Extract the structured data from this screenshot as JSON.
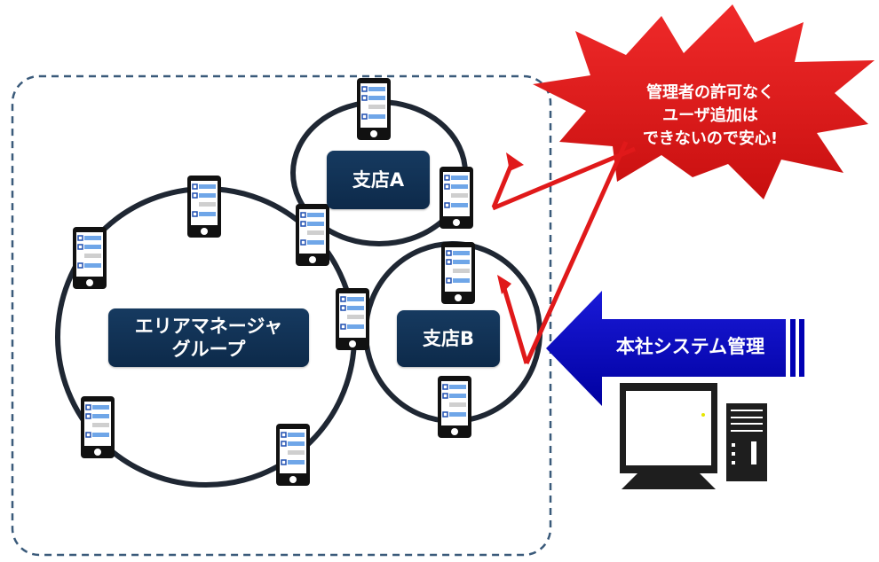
{
  "area_group": {
    "label_line1": "エリアマネージャ",
    "label_line2": "グループ"
  },
  "branch_a": {
    "label": "支店A"
  },
  "branch_b": {
    "label": "支店B"
  },
  "alert": {
    "line1": "管理者の許可なく",
    "line2": "ユーザ追加は",
    "line3": "できないので安心!"
  },
  "hq": {
    "label": "本社システム管理"
  },
  "colors": {
    "navy": "#0d2a4a",
    "alert_red": "#e0191a",
    "arrow_blue": "#0000c8",
    "ring": "#1f2733",
    "dashed_border": "#3a5a7a"
  }
}
